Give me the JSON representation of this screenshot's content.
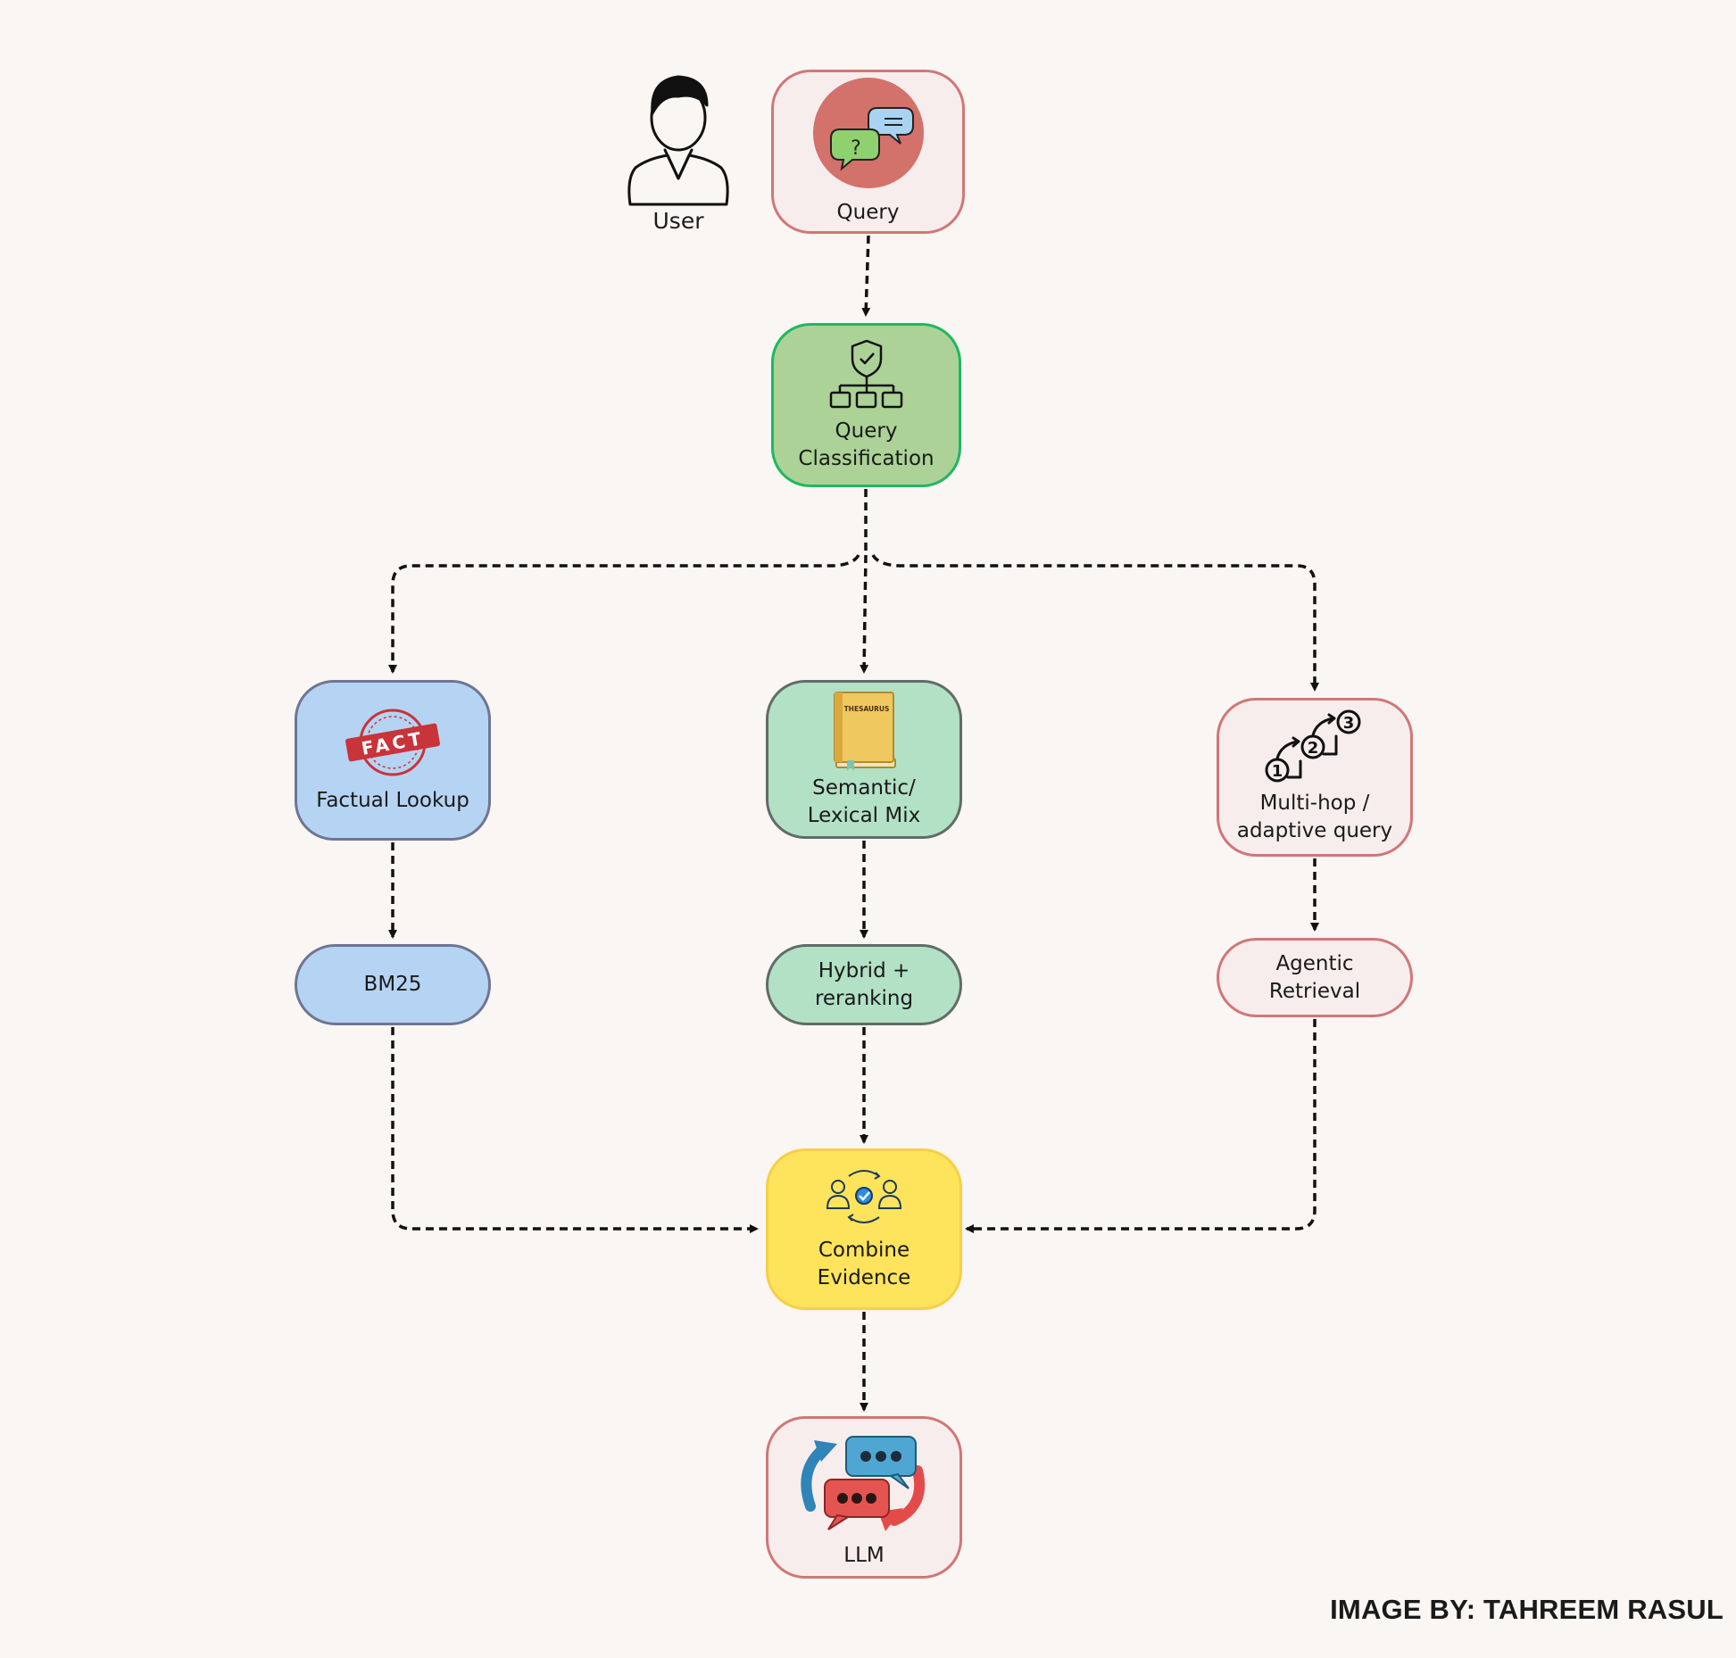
{
  "user": {
    "label": "User"
  },
  "nodes": {
    "query": {
      "label": "Query",
      "icon": "question-chat-icon"
    },
    "classification": {
      "label": "Query\nClassification",
      "icon": "shield-hierarchy-icon"
    },
    "factual": {
      "label": "Factual Lookup",
      "icon": "fact-stamp-icon",
      "stamp_text": "FACT"
    },
    "semantic": {
      "label": "Semantic/\nLexical Mix",
      "icon": "thesaurus-book-icon",
      "book_text": "THESAURUS"
    },
    "multihop": {
      "label": "Multi-hop /\nadaptive query",
      "icon": "numbered-steps-icon",
      "steps": [
        "1",
        "2",
        "3"
      ]
    },
    "bm25": {
      "label": "BM25"
    },
    "hybrid": {
      "label": "Hybrid +\nreranking"
    },
    "agentic": {
      "label": "Agentic\nRetrieval"
    },
    "combine": {
      "label": "Combine\nEvidence",
      "icon": "people-exchange-icon"
    },
    "llm": {
      "label": "LLM",
      "icon": "chat-bubbles-exchange-icon"
    }
  },
  "colors": {
    "background": "#f9f6f3",
    "pink_fill": "#f7eded",
    "pink_border": "#d27676",
    "green_fill": "#acd297",
    "green_border": "#1db862",
    "blue_fill": "#b5d4f3",
    "blue_border": "#6f7592",
    "mint_fill": "#b2e1c6",
    "mint_border": "#626b66",
    "yellow_fill": "#fde45c",
    "yellow_border": "#f7cf45",
    "arrow": "#111111"
  },
  "credit": "IMAGE BY:  TAHREEM RASUL"
}
